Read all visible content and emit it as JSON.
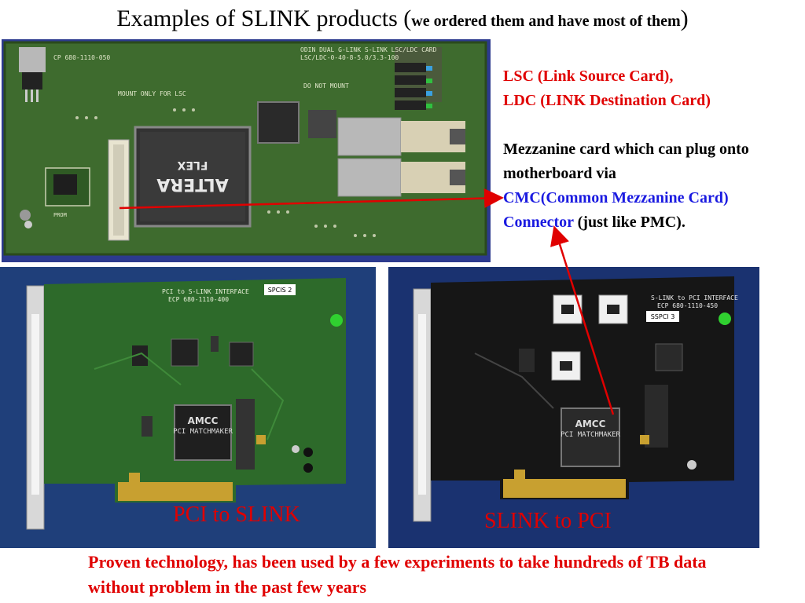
{
  "slide": {
    "title_main": "Examples of SLINK products (",
    "title_sub": "we ordered them and have most of them",
    "title_end": ")"
  },
  "description": {
    "line1": "LSC (Link Source Card),",
    "line2": "LDC (LINK Destination Card)",
    "para_text1": "Mezzanine card which can plug onto motherboard via",
    "para_blue1": "CMC(Common  Mezzanine Card)",
    "para_blue2": "Connector",
    "para_text2": "(just like PMC)."
  },
  "captions": {
    "left": "PCI to SLINK",
    "right": "SLINK to PCI"
  },
  "footer": {
    "text": "Proven technology, has been used by a few experiments to take hundreds of TB data without problem in the past few years"
  },
  "photos": {
    "lsc": {
      "board_label": "ODIN DUAL G-LINK S-LINK LSC/LDC CARD",
      "board_sub": "LSC/LDC-0-40-8-5.0/3.3-100",
      "chip_brand": "ALTERA",
      "chip_line": "FLEX",
      "part_no": "CP 680-1110-050",
      "do_not_mount": "DO NOT MOUNT",
      "mount_only": "MOUNT ONLY FOR LSC",
      "prom_label": "PROM"
    },
    "pci_slink": {
      "sticker": "SPCIS 2",
      "board_title": "PCI to S-LINK INTERFACE",
      "board_part": "ECP 680-1110-400",
      "chip_brand": "AMCC",
      "chip_line": "PCI MATCHMAKER"
    },
    "slink_pci": {
      "sticker": "SSPCI 3",
      "board_title": "S-LINK to PCI INTERFACE",
      "board_part": "ECP 680-1110-450",
      "chip_brand": "AMCC",
      "chip_line": "PCI MATCHMAKER"
    }
  },
  "colors": {
    "accent_red": "#e00000",
    "accent_blue": "#1a1ae0",
    "arrow_red": "#e00000"
  }
}
